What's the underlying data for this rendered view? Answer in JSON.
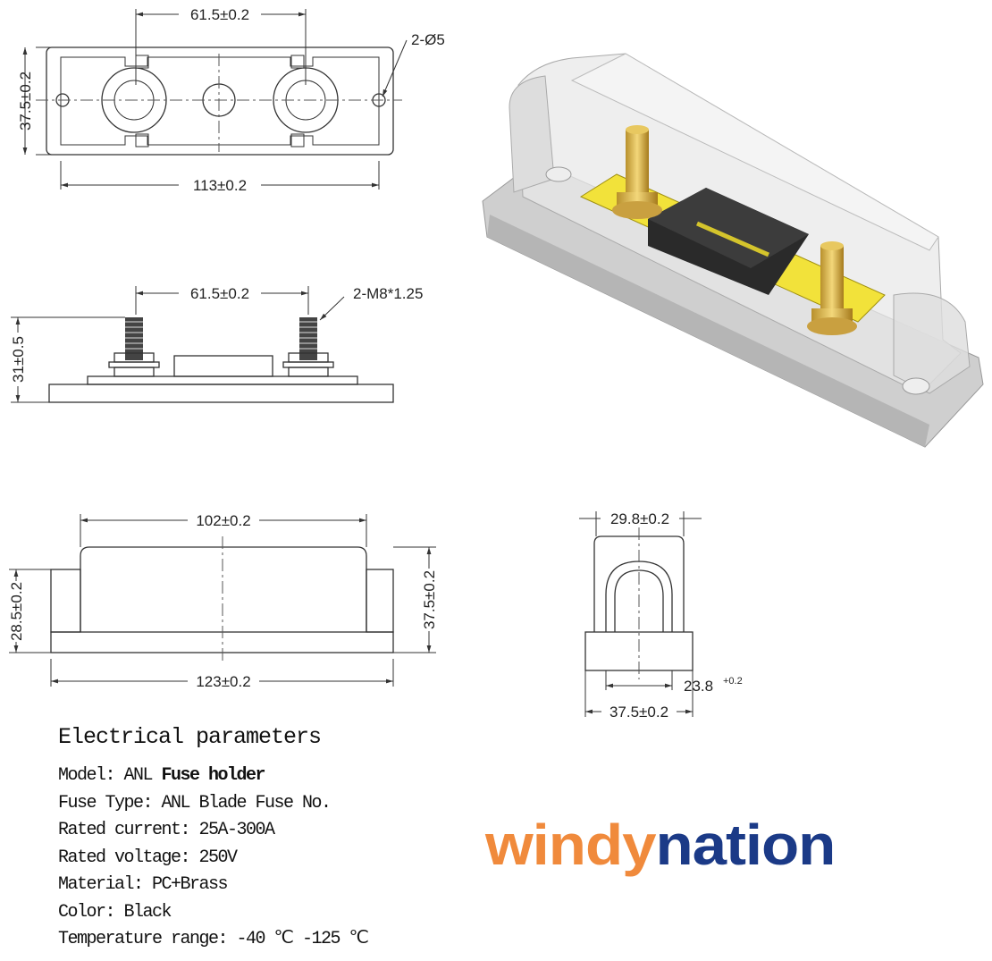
{
  "drawings": {
    "top_view": {
      "width_between_holes": "61.5±0.2",
      "height": "37.5±0.2",
      "length": "113±0.2",
      "mount_holes": "2-Ø5"
    },
    "side_view": {
      "stud_spacing": "61.5±0.2",
      "stud_thread": "2-M8*1.25",
      "height": "31±0.5"
    },
    "front_view": {
      "cover_length": "102±0.2",
      "base_length": "123±0.2",
      "flange_height": "28.5±0.2",
      "total_height": "37.5±0.2"
    },
    "end_view": {
      "cover_width": "29.8±0.2",
      "inner_width": "23.8",
      "inner_width_tol": "+0.2",
      "base_width": "37.5±0.2"
    }
  },
  "specs": {
    "title": "Electrical parameters",
    "model_label": "Model: ANL ",
    "model_value": "Fuse holder",
    "rows": [
      "Fuse Type: ANL Blade Fuse No.",
      "Rated current: 25A-300A",
      "Rated voltage: 250V",
      "Material: PC+Brass",
      "Color: Black",
      "Temperature range: -40 ℃ -125 ℃"
    ]
  },
  "logo": {
    "part1": "windy",
    "part2": "nation",
    "color1": "#f08a3c",
    "color2": "#1b3a87"
  }
}
